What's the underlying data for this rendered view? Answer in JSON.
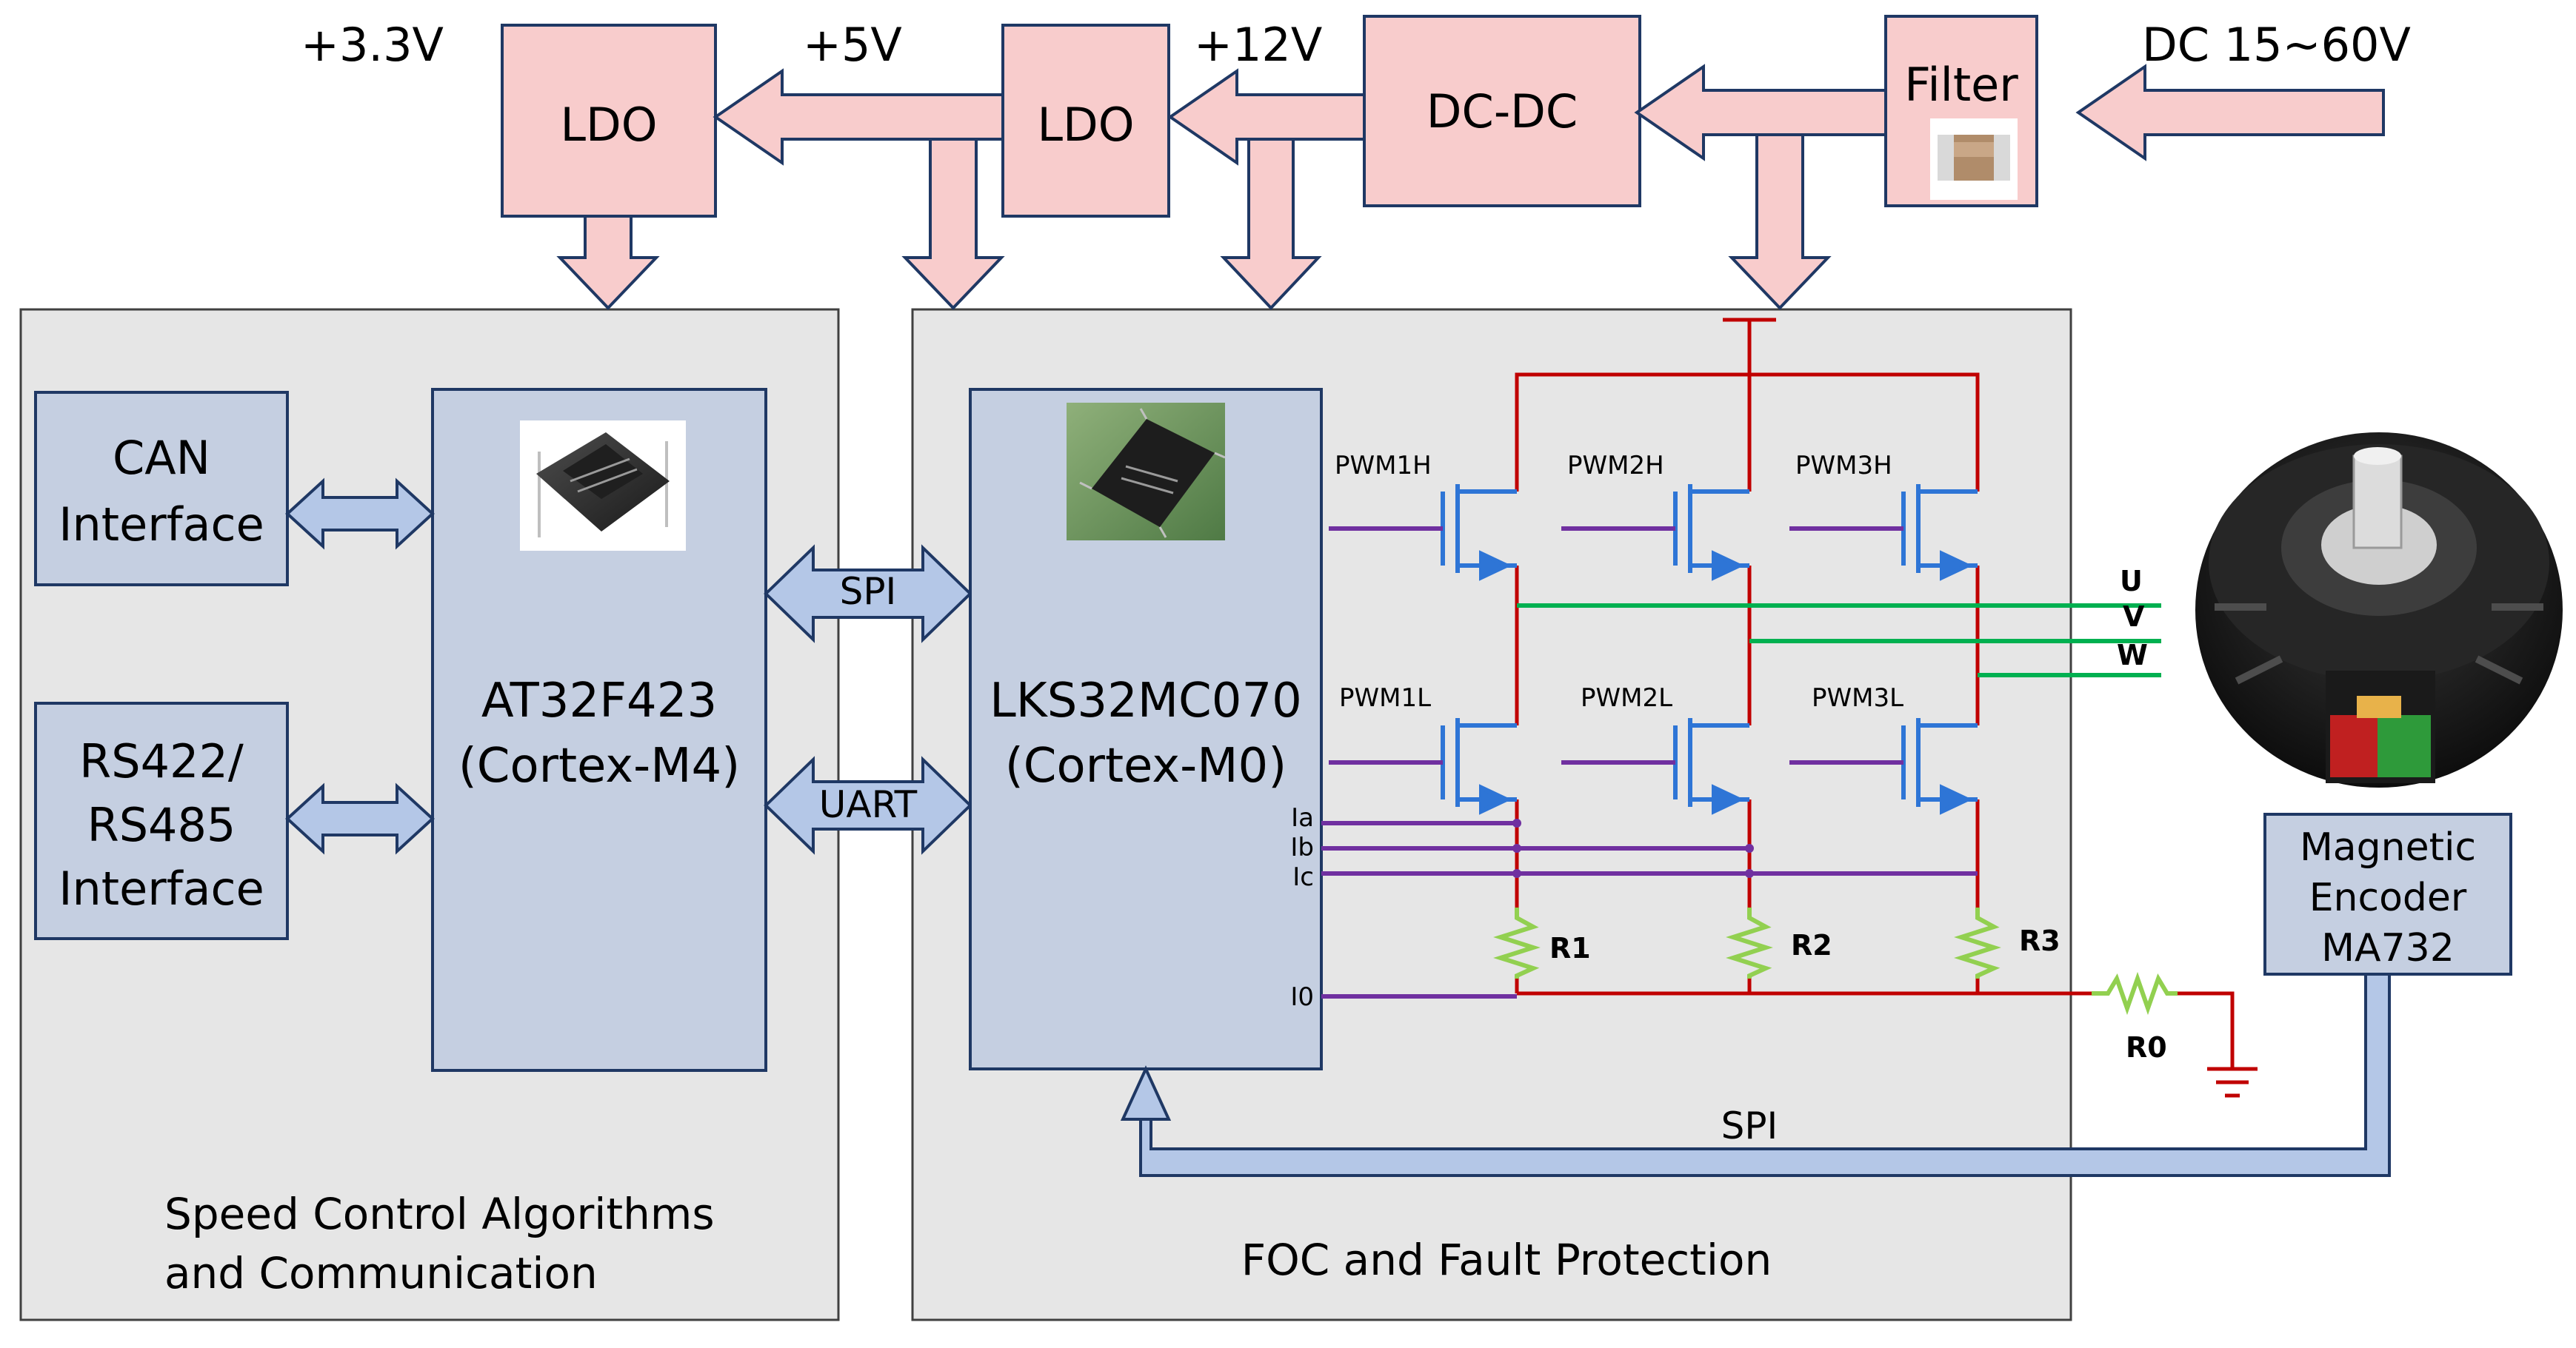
{
  "colors": {
    "power_block": "#f8cccc",
    "power_border": "#1f3864",
    "chip_block": "#c5cfe1",
    "panel": "#e6e6e6",
    "rail": "#c00000",
    "signal": "#7030a0",
    "phase": "#00b050",
    "resistor": "#92d050",
    "mosfet": "#2e75d6",
    "bus_arrow": "#b4c7e7"
  },
  "power": {
    "input_label": "DC 15~60V",
    "filter_label": "Filter",
    "dcdc_label": "DC-DC",
    "ldo12_label": "LDO",
    "ldo5_label": "LDO",
    "v12_label": "+12V",
    "v5_label": "+5V",
    "v33_label": "+3.3V"
  },
  "left_panel": {
    "can": [
      "CAN",
      "Interface"
    ],
    "rs": [
      "RS422/",
      "RS485",
      "Interface"
    ],
    "mcu": [
      "AT32F423",
      "(Cortex-M4)"
    ],
    "caption": [
      "Speed Control Algorithms",
      "and Communication"
    ]
  },
  "links": {
    "spi": "SPI",
    "uart": "UART",
    "encoder_spi": "SPI"
  },
  "right_panel": {
    "mcu": [
      "LKS32MC070",
      "(Cortex-M0)"
    ],
    "pins": [
      "Ia",
      "Ib",
      "Ic",
      "I0"
    ],
    "caption": "FOC and Fault Protection",
    "high_side": [
      "PWM1H",
      "PWM2H",
      "PWM3H"
    ],
    "low_side": [
      "PWM1L",
      "PWM2L",
      "PWM3L"
    ],
    "shunts": [
      "R1",
      "R2",
      "R3"
    ],
    "ground_resistor": "R0",
    "phases": [
      "U",
      "V",
      "W"
    ]
  },
  "encoder": [
    "Magnetic",
    "Encoder",
    "MA732"
  ]
}
